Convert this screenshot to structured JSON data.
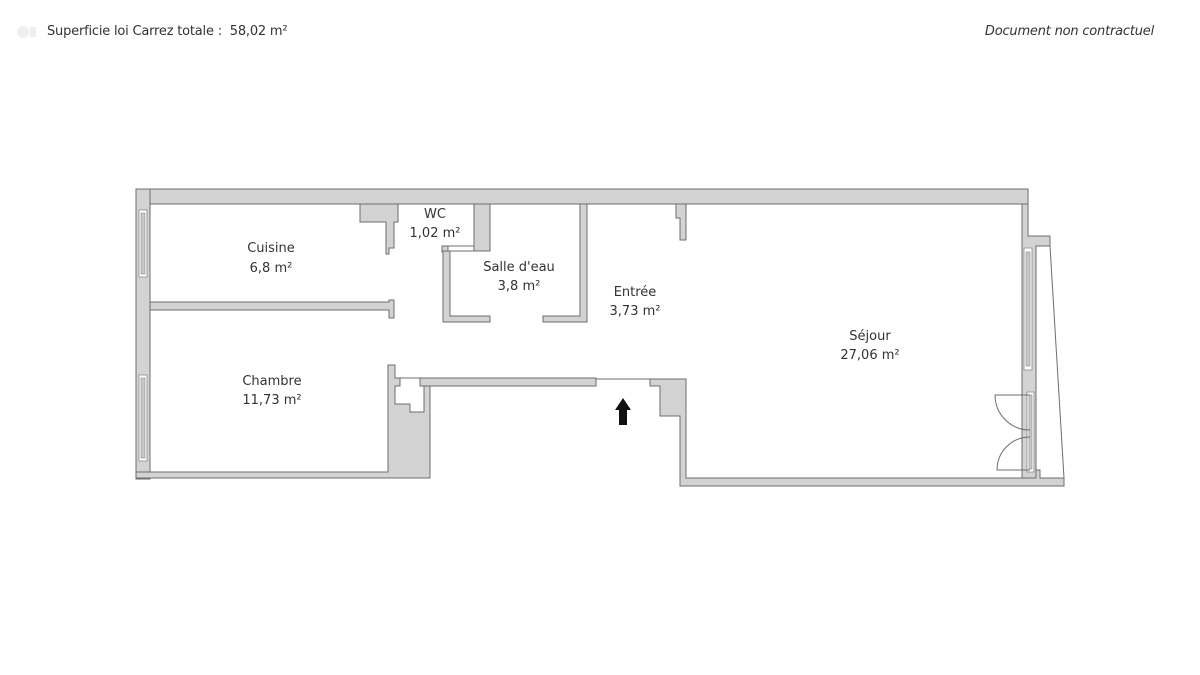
{
  "header": {
    "total_area_label": "Superficie loi Carrez totale :",
    "total_area_value": "58,02 m²",
    "disclaimer": "Document non contractuel"
  },
  "plan": {
    "wall_fill": "#d3d3d3",
    "wall_stroke": "#6e6e6e",
    "entrance_arrow_color": "#111111",
    "rooms": [
      {
        "name": "Cuisine",
        "area": "6,8 m²"
      },
      {
        "name": "WC",
        "area": "1,02 m²"
      },
      {
        "name": "Salle d'eau",
        "area": "3,8 m²"
      },
      {
        "name": "Entrée",
        "area": "3,73 m²"
      },
      {
        "name": "Séjour",
        "area": "27,06 m²"
      },
      {
        "name": "Chambre",
        "area": "11,73 m²"
      }
    ]
  }
}
